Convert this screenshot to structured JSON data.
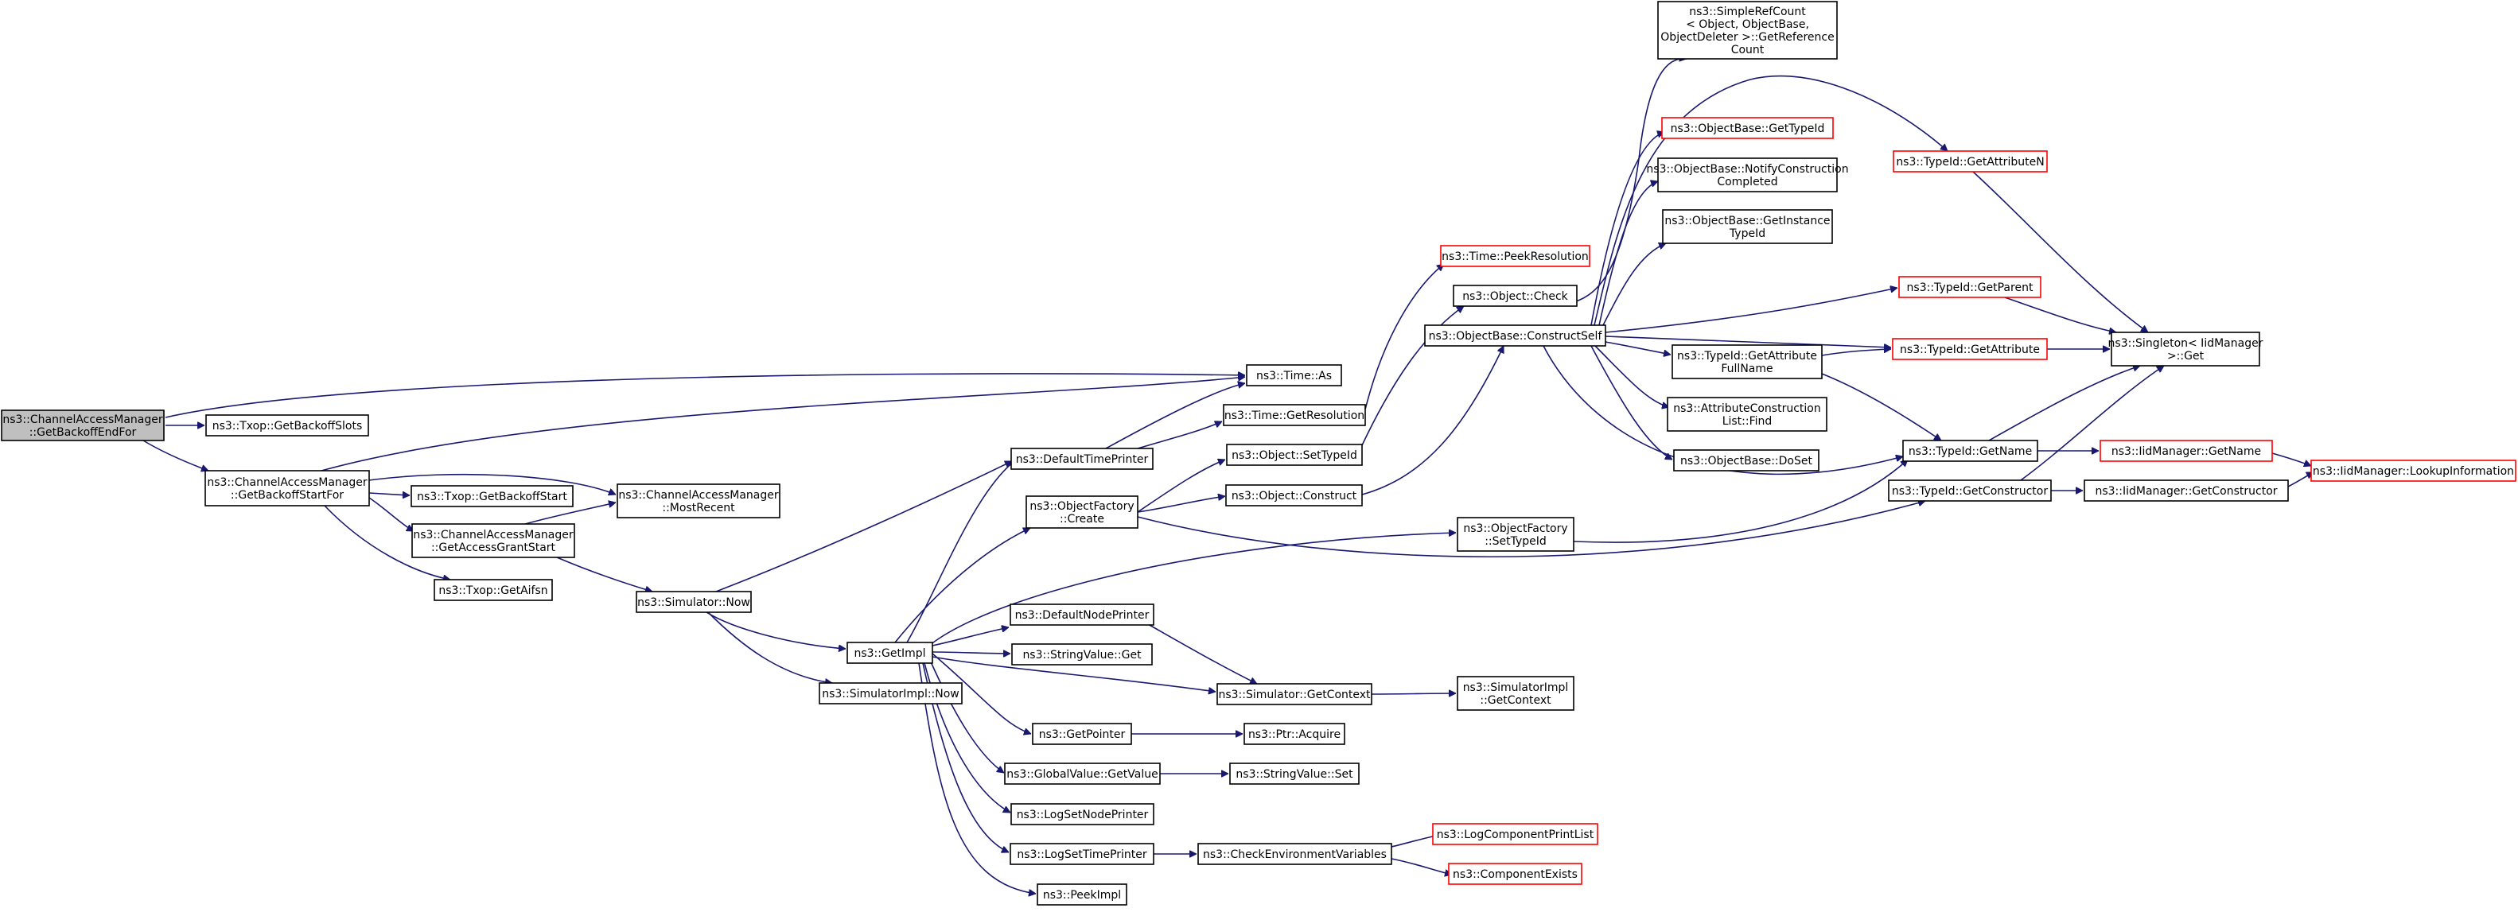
{
  "colors": {
    "edge": "#191970",
    "box_border": "#000000",
    "missing_border": "#ff0000",
    "root_fill": "#bfbfbf",
    "background": "#ffffff"
  },
  "nodes": [
    {
      "id": "root",
      "lines": [
        "ns3::ChannelAccessManager",
        "::GetBackoffEndFor"
      ],
      "border": "black",
      "root": true
    },
    {
      "id": "txop_slots",
      "lines": [
        "ns3::Txop::GetBackoffSlots"
      ],
      "border": "black"
    },
    {
      "id": "cam_startfor",
      "lines": [
        "ns3::ChannelAccessManager",
        "::GetBackoffStartFor"
      ],
      "border": "black"
    },
    {
      "id": "txop_start",
      "lines": [
        "ns3::Txop::GetBackoffStart"
      ],
      "border": "black"
    },
    {
      "id": "cam_mostrecent",
      "lines": [
        "ns3::ChannelAccessManager",
        "::MostRecent"
      ],
      "border": "black"
    },
    {
      "id": "cam_grant",
      "lines": [
        "ns3::ChannelAccessManager",
        "::GetAccessGrantStart"
      ],
      "border": "black"
    },
    {
      "id": "txop_aifsn",
      "lines": [
        "ns3::Txop::GetAifsn"
      ],
      "border": "black"
    },
    {
      "id": "time_as",
      "lines": [
        "ns3::Time::As"
      ],
      "border": "black"
    },
    {
      "id": "sim_now",
      "lines": [
        "ns3::Simulator::Now"
      ],
      "border": "black"
    },
    {
      "id": "getimpl",
      "lines": [
        "ns3::GetImpl"
      ],
      "border": "black"
    },
    {
      "id": "simimpl_now",
      "lines": [
        "ns3::SimulatorImpl::Now"
      ],
      "border": "black"
    },
    {
      "id": "deftime",
      "lines": [
        "ns3::DefaultTimePrinter"
      ],
      "border": "black"
    },
    {
      "id": "objfactory_create",
      "lines": [
        "ns3::ObjectFactory",
        "::Create"
      ],
      "border": "black"
    },
    {
      "id": "defnode",
      "lines": [
        "ns3::DefaultNodePrinter"
      ],
      "border": "black"
    },
    {
      "id": "strval_get",
      "lines": [
        "ns3::StringValue::Get"
      ],
      "border": "black"
    },
    {
      "id": "getpointer",
      "lines": [
        "ns3::GetPointer"
      ],
      "border": "black"
    },
    {
      "id": "gv_getvalue",
      "lines": [
        "ns3::GlobalValue::GetValue"
      ],
      "border": "black"
    },
    {
      "id": "logsetnode",
      "lines": [
        "ns3::LogSetNodePrinter"
      ],
      "border": "black"
    },
    {
      "id": "logsettime",
      "lines": [
        "ns3::LogSetTimePrinter"
      ],
      "border": "black"
    },
    {
      "id": "peekimpl",
      "lines": [
        "ns3::PeekImpl"
      ],
      "border": "black"
    },
    {
      "id": "time_getres",
      "lines": [
        "ns3::Time::GetResolution"
      ],
      "border": "black"
    },
    {
      "id": "obj_settypeid",
      "lines": [
        "ns3::Object::SetTypeId"
      ],
      "border": "black"
    },
    {
      "id": "obj_construct",
      "lines": [
        "ns3::Object::Construct"
      ],
      "border": "black"
    },
    {
      "id": "sim_getcontext",
      "lines": [
        "ns3::Simulator::GetContext"
      ],
      "border": "black"
    },
    {
      "id": "ptr_acquire",
      "lines": [
        "ns3::Ptr::Acquire"
      ],
      "border": "black"
    },
    {
      "id": "strval_set",
      "lines": [
        "ns3::StringValue::Set"
      ],
      "border": "black"
    },
    {
      "id": "checkenv",
      "lines": [
        "ns3::CheckEnvironmentVariables"
      ],
      "border": "black"
    },
    {
      "id": "time_peekres",
      "lines": [
        "ns3::Time::PeekResolution"
      ],
      "border": "red"
    },
    {
      "id": "obj_check",
      "lines": [
        "ns3::Object::Check"
      ],
      "border": "black"
    },
    {
      "id": "ob_constructself",
      "lines": [
        "ns3::ObjectBase::ConstructSelf"
      ],
      "border": "black"
    },
    {
      "id": "of_settypeid",
      "lines": [
        "ns3::ObjectFactory",
        "::SetTypeId"
      ],
      "border": "black"
    },
    {
      "id": "simimpl_getctx",
      "lines": [
        "ns3::SimulatorImpl",
        "::GetContext"
      ],
      "border": "black"
    },
    {
      "id": "logcomp_print",
      "lines": [
        "ns3::LogComponentPrintList"
      ],
      "border": "red"
    },
    {
      "id": "compexists",
      "lines": [
        "ns3::ComponentExists"
      ],
      "border": "red"
    },
    {
      "id": "srefcount",
      "lines": [
        "ns3::SimpleRefCount",
        "< Object, ObjectBase,",
        "ObjectDeleter >::GetReference",
        "Count"
      ],
      "border": "black"
    },
    {
      "id": "ob_gettypeid",
      "lines": [
        "ns3::ObjectBase::GetTypeId"
      ],
      "border": "red"
    },
    {
      "id": "ob_notify",
      "lines": [
        "ns3::ObjectBase::NotifyConstruction",
        "Completed"
      ],
      "border": "black"
    },
    {
      "id": "ob_getinst",
      "lines": [
        "ns3::ObjectBase::GetInstance",
        "TypeId"
      ],
      "border": "black"
    },
    {
      "id": "tid_getattrfull",
      "lines": [
        "ns3::TypeId::GetAttribute",
        "FullName"
      ],
      "border": "black"
    },
    {
      "id": "attrcons_find",
      "lines": [
        "ns3::AttributeConstruction",
        "List::Find"
      ],
      "border": "black"
    },
    {
      "id": "ob_doset",
      "lines": [
        "ns3::ObjectBase::DoSet"
      ],
      "border": "black"
    },
    {
      "id": "tid_getattrn",
      "lines": [
        "ns3::TypeId::GetAttributeN"
      ],
      "border": "red"
    },
    {
      "id": "tid_getparent",
      "lines": [
        "ns3::TypeId::GetParent"
      ],
      "border": "red"
    },
    {
      "id": "tid_getattr",
      "lines": [
        "ns3::TypeId::GetAttribute"
      ],
      "border": "red"
    },
    {
      "id": "tid_getname",
      "lines": [
        "ns3::TypeId::GetName"
      ],
      "border": "black"
    },
    {
      "id": "tid_getcons",
      "lines": [
        "ns3::TypeId::GetConstructor"
      ],
      "border": "black"
    },
    {
      "id": "singleton_get",
      "lines": [
        "ns3::Singleton< IidManager",
        ">::Get"
      ],
      "border": "black"
    },
    {
      "id": "iid_getname",
      "lines": [
        "ns3::IidManager::GetName"
      ],
      "border": "red"
    },
    {
      "id": "iid_getcons",
      "lines": [
        "ns3::IidManager::GetConstructor"
      ],
      "border": "black"
    },
    {
      "id": "iid_lookup",
      "lines": [
        "ns3::IidManager::LookupInformation"
      ],
      "border": "red"
    }
  ]
}
